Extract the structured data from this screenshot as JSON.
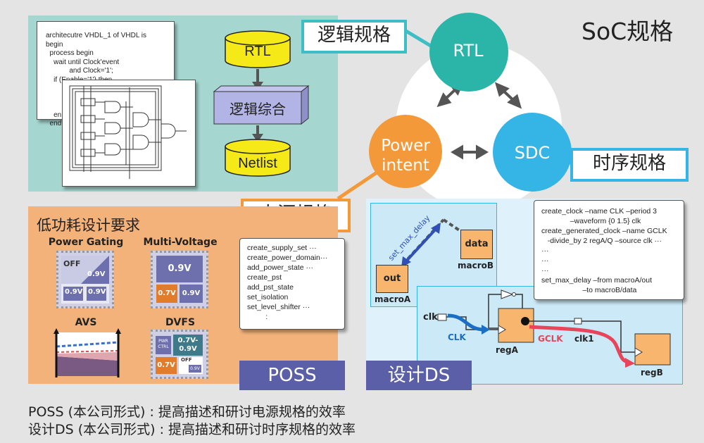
{
  "soc_title": "SoC规格",
  "rtl_circle": "RTL",
  "power_circle_line1": "Power",
  "power_circle_line2": "intent",
  "sdc_circle": "SDC",
  "logic_spec_label": "逻辑规格",
  "timing_spec_label": "时序规格",
  "power_spec_label": "电源规格",
  "flow": {
    "rtl": "RTL",
    "synthesis": "逻辑综合",
    "netlist": "Netlist"
  },
  "vhdl_code": "architecutre VHDL_1 of VHDL is\nbegin\n  process begin\n    wait until Clock'event\n            and Clock='1';\n    if (Enable='1') then\n\n\n\n    en\n  end",
  "low_power": {
    "title": "低功耗设计要求",
    "power_gating": "Power Gating",
    "multi_voltage": "Multi-Voltage",
    "avs": "AVS",
    "dvfs": "DVFS",
    "pg_off": "OFF",
    "pg_v1": "0.9V",
    "pg_v2": "0.9V",
    "pg_v3": "0.9V",
    "mv_big": "0.9V",
    "mv_left": "0.7V",
    "mv_right": "0.9V",
    "dvfs_ctrl": "PWR\nCTRL",
    "dvfs_range": "0.7V-\n0.9V",
    "dvfs_left": "0.7V",
    "dvfs_off": "OFF",
    "dvfs_small": "0.9V"
  },
  "upf_code": "create_supply_set ···\ncreate_power_domain···\nadd_power_state ···\ncreate_pst\nadd_pst_state\nset_isolation\nset_level_shifter ···\n         :",
  "poss_label": "POSS",
  "design_ds_label": "设计DS",
  "sdc_code": "create_clock –name CLK –period 3\n              –waveform {0 1.5} clk\ncreate_generated_clock –name GCLK\n   -divide_by 2 regA/Q –source clk ···\n···\n···\n···\nset_max_delay –from macroA/out\n                    –to macroB/data",
  "timing_diagram": {
    "set_max_delay": "set_max_delay",
    "data": "data",
    "macroB": "macroB",
    "out": "out",
    "macroA": "macroA",
    "clk": "clk",
    "CLK": "CLK",
    "regA": "regA",
    "GCLK": "GCLK",
    "clk1": "clk1",
    "regB": "regB"
  },
  "footer_line1": "POSS (本公司形式) : 提高描述和研讨电源规格的效率",
  "footer_line2": "设计DS (本公司形式) : 提高描述和研讨时序规格的效率",
  "colors": {
    "teal_panel": "#a6d6d0",
    "orange_panel": "#f2b27a",
    "rtl_circle": "#2bb5a8",
    "power_circle": "#f3993a",
    "sdc_circle": "#35b4e6",
    "bar_blue": "#5a5fa8",
    "gclk_red": "#e8445a",
    "clk_blue": "#1a6fc4"
  }
}
